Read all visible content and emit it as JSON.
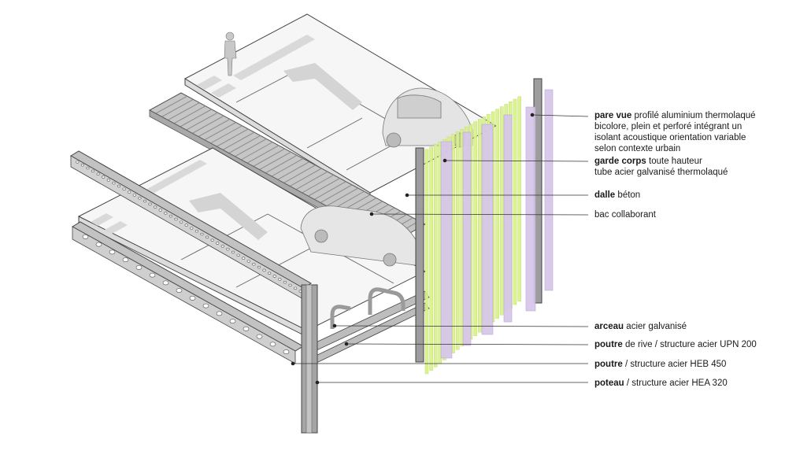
{
  "colors": {
    "lime": "#d9f28a",
    "lime_edge": "#b9dc4f",
    "lavender": "#d6c6ea",
    "lavender_edge": "#b7a2d6",
    "steel": "#a9abae",
    "steel_dark": "#7f8286",
    "concrete": "#f4f4f4",
    "line": "#555555"
  },
  "labels": [
    {
      "id": "pare-vue",
      "bold": "pare vue",
      "lines": [
        "profilé aluminium thermolaqué",
        "bicolore, plein et perforé intégrant un",
        "isolant acoustique orientation variable",
        "selon contexte urbain"
      ]
    },
    {
      "id": "garde-corps",
      "bold": "garde corps",
      "lines": [
        "toute hauteur",
        "tube acier galvanisé thermolaqué"
      ]
    },
    {
      "id": "dalle",
      "bold": "dalle",
      "lines": [
        "béton"
      ]
    },
    {
      "id": "bac",
      "bold": "",
      "lines": [
        "bac collaborant"
      ]
    },
    {
      "id": "arceau",
      "bold": "arceau",
      "lines": [
        "acier galvanisé"
      ]
    },
    {
      "id": "poutre-rive",
      "bold": "poutre",
      "lines": [
        "de rive / structure acier UPN 200"
      ]
    },
    {
      "id": "poutre-heb",
      "bold": "poutre",
      "lines": [
        "/ structure acier HEB 450"
      ]
    },
    {
      "id": "poteau",
      "bold": "poteau",
      "lines": [
        "/ structure acier HEA 320"
      ]
    }
  ]
}
